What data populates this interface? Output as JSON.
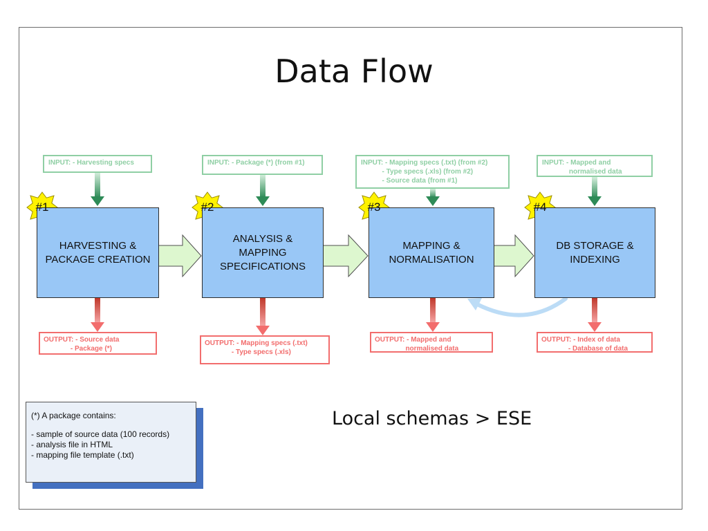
{
  "title": "Data Flow",
  "steps": [
    {
      "badge": "#1",
      "label": "HARVESTING &\nPACKAGE CREATION",
      "input": "INPUT: - Harvesting specs",
      "output": "OUTPUT: - Source data\n              - Package (*)"
    },
    {
      "badge": "#2",
      "label": "ANALYSIS &\nMAPPING\nSPECIFICATIONS",
      "input": "INPUT: - Package (*) (from #1)",
      "output": "OUTPUT: - Mapping specs (.txt)\n              - Type specs (.xls)"
    },
    {
      "badge": "#3",
      "label": "MAPPING &\nNORMALISATION",
      "input": "INPUT: - Mapping specs (.txt) (from #2)\n           - Type specs (.xls) (from #2)\n           - Source data (from #1)",
      "output": "OUTPUT: - Mapped and\n                normalised data"
    },
    {
      "badge": "#4",
      "label": "DB STORAGE &\nINDEXING",
      "input": "INPUT: - Mapped and\n              normalised data",
      "output": "OUTPUT: - Index of data\n              - Database of data"
    }
  ],
  "note": {
    "heading": "(*) A package contains:",
    "items": [
      "- sample of source data (100 records)",
      "- analysis file in HTML",
      "- mapping file template (.txt)"
    ]
  },
  "subtitle": "Local schemas > ESE",
  "colors": {
    "process_fill": "#99c7f6",
    "input_border": "#8fcfa4",
    "input_arrow": "#2e8b57",
    "output_border": "#f26d6d",
    "output_arrow": "#e04040",
    "flow_arrow": "#ddf7cf",
    "badge_star": "#fff200",
    "loop_arrow": "#bcdcf6"
  }
}
